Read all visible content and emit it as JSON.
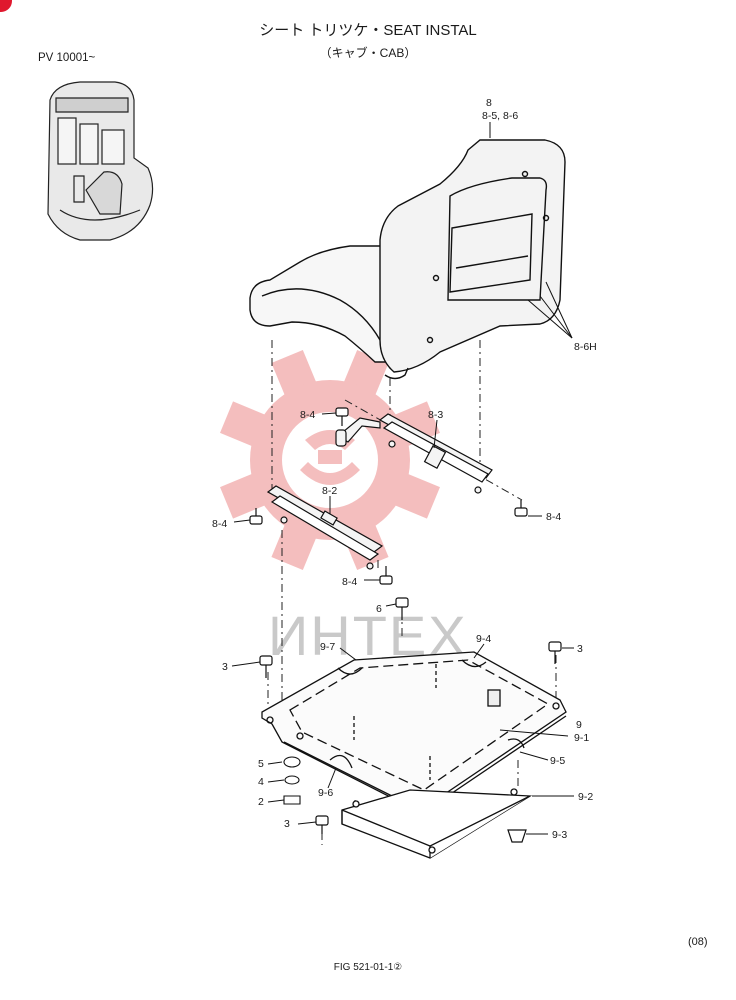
{
  "header": {
    "title": "シート トリツケ・SEAT INSTAL",
    "subtitle": "（キャブ・CAB）",
    "serial": "PV 10001~"
  },
  "footer": {
    "page_code": "(08)",
    "figure_code": "FIG 521-01-1②"
  },
  "watermark": {
    "text": "ИНТЕХ",
    "color": "#f3b3b3"
  },
  "callouts": {
    "c8": "8",
    "c8_5_6": "8-5, 8-6",
    "c8_6h": "8-6H",
    "c8_3": "8-3",
    "c8_2": "8-2",
    "c8_4_a": "8-4",
    "c8_4_b": "8-4",
    "c8_4_c": "8-4",
    "c8_4_d": "8-4",
    "c6": "6",
    "c9_4": "9-4",
    "c9_7": "9-7",
    "c3_a": "3",
    "c3_b": "3",
    "c3_c": "3",
    "c9": "9",
    "c9_1": "9-1",
    "c9_5": "9-5",
    "c9_6": "9-6",
    "c9_2": "9-2",
    "c9_3": "9-3",
    "c5": "5",
    "c4": "4",
    "c2": "2"
  }
}
